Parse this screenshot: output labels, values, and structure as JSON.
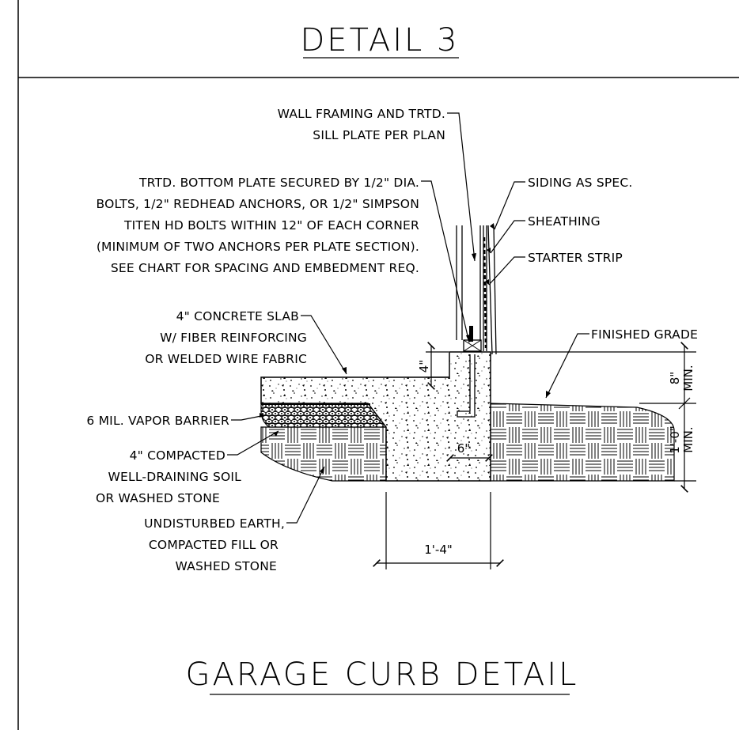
{
  "detail_title": "DETAIL 3",
  "drawing_title": "GARAGE CURB DETAIL",
  "labels": {
    "wall_framing": [
      "WALL FRAMING AND TRTD.",
      "SILL PLATE PER PLAN"
    ],
    "bottom_plate": [
      "TRTD. BOTTOM PLATE SECURED BY 1/2\" DIA.",
      "BOLTS, 1/2\" REDHEAD ANCHORS, OR 1/2\" SIMPSON",
      "TITEN HD BOLTS WITHIN 12\" OF EACH CORNER",
      "(MINIMUM OF TWO ANCHORS PER PLATE SECTION).",
      "SEE CHART FOR SPACING AND EMBEDMENT REQ."
    ],
    "siding": "SIDING AS SPEC.",
    "sheathing": "SHEATHING",
    "starter_strip": "STARTER STRIP",
    "slab": [
      "4\" CONCRETE SLAB",
      "W/ FIBER REINFORCING",
      "OR WELDED WIRE FABRIC"
    ],
    "finished_grade": "FINISHED GRADE",
    "vapor_barrier": "6 MIL. VAPOR BARRIER",
    "compacted_soil": [
      "4\" COMPACTED",
      "WELL-DRAINING SOIL",
      "OR WASHED STONE"
    ],
    "undisturbed_earth": [
      "UNDISTURBED EARTH,",
      "COMPACTED FILL OR",
      "WASHED STONE"
    ]
  },
  "dimensions": {
    "slab_step": "4\"",
    "curb_offset": "6\"",
    "grade_height": "8\"",
    "grade_min": "MIN.",
    "depth": "1'-0\"",
    "depth_min": "MIN.",
    "footing_width": "1'-4\""
  }
}
